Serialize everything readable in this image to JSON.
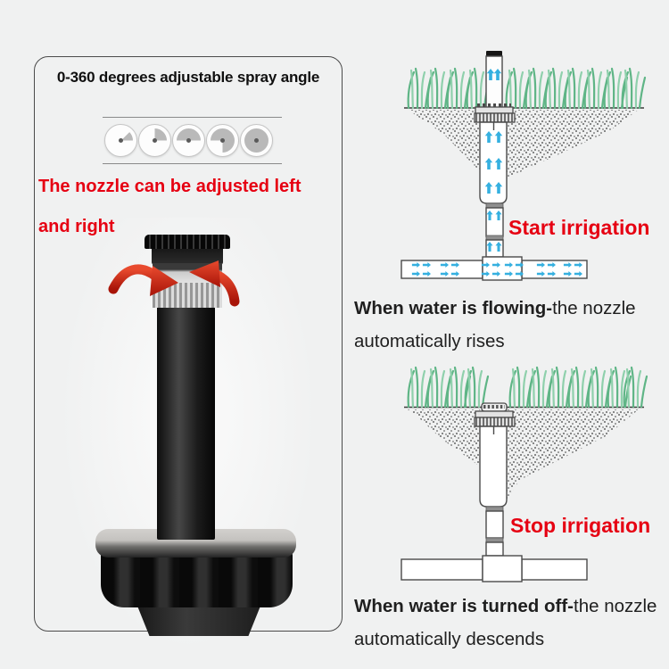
{
  "left_panel": {
    "title": "0-360 degrees adjustable spray angle",
    "caption_line1": "The nozzle can be adjusted left",
    "caption_line2": "and right",
    "spray_angles": [
      {
        "degrees": 45,
        "start": 45,
        "sweep": 45
      },
      {
        "degrees": 90,
        "start": 0,
        "sweep": 90
      },
      {
        "degrees": 180,
        "start": 270,
        "sweep": 180
      },
      {
        "degrees": 270,
        "start": 270,
        "sweep": 270
      },
      {
        "degrees": 360,
        "start": 0,
        "sweep": 360
      }
    ]
  },
  "start_section": {
    "label": "Start irrigation",
    "description_bold": "When water is flowing-",
    "description_regular": "the nozzle automatically rises"
  },
  "stop_section": {
    "label": "Stop irrigation",
    "description_bold": "When water is turned off-",
    "description_regular": "the nozzle automatically descends"
  },
  "colors": {
    "accent_red": "#e60012",
    "water_arrow_blue": "#35b0e0",
    "grass_green": "#5fb586",
    "text_dark": "#1f1f1f",
    "background": "#f0f1f1"
  }
}
